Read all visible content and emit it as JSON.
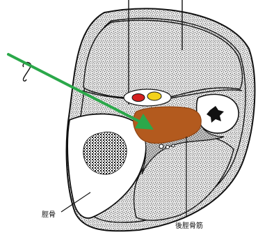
{
  "labels": {
    "tibia": "脛骨",
    "tibialis_posterior": "後脛骨筋"
  },
  "colors": {
    "outline": "#111111",
    "stipple_bg": "#d9d9d9",
    "muscle_brown": "#b35a1e",
    "muscle_brown_dark": "#8f4515",
    "arrow_green": "#2ba84a",
    "artery_red": "#d42020",
    "nerve_yellow": "#f2d21a"
  },
  "icons": {
    "needle": "needle-icon",
    "arrow": "insertion-arrow"
  }
}
